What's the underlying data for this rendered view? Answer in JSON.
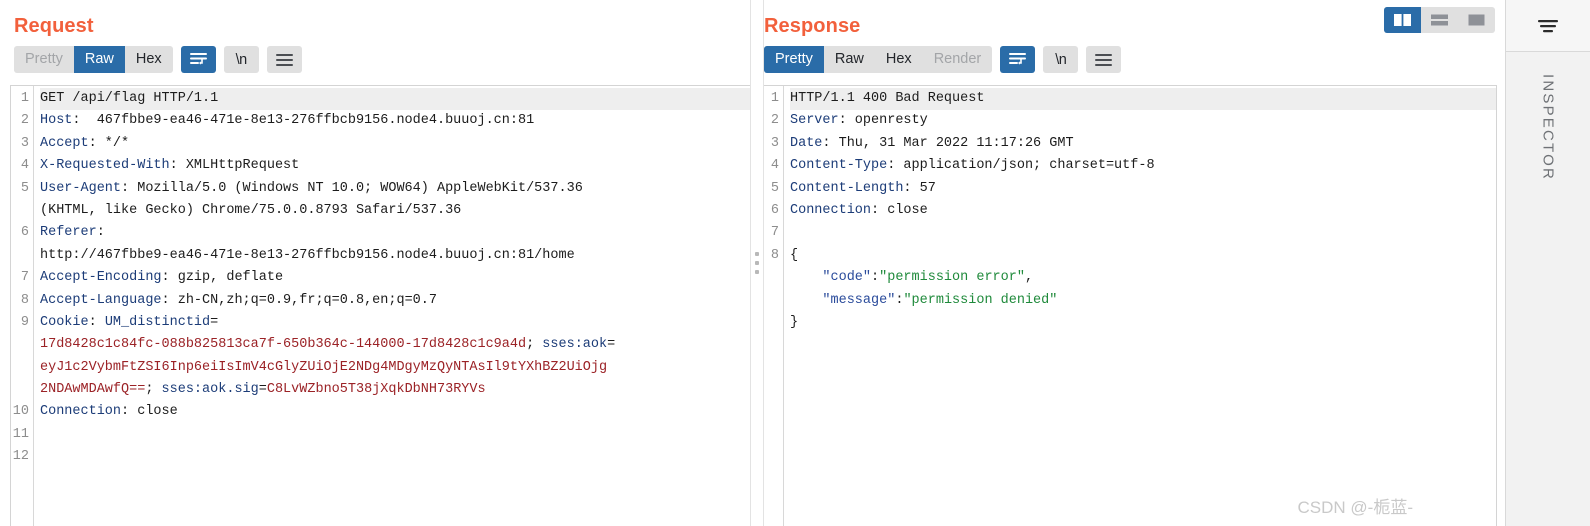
{
  "layout_buttons": [
    {
      "name": "side-by-side",
      "label": "Side by side view",
      "active": true
    },
    {
      "name": "stacked",
      "label": "Stacked view",
      "active": false
    },
    {
      "name": "single",
      "label": "Single pane view",
      "active": false
    }
  ],
  "rail": {
    "filter_icon": "filter-icon",
    "label": "INSPECTOR"
  },
  "watermark": "CSDN @-栀蓝-",
  "request": {
    "title": "Request",
    "tabs": [
      {
        "label": "Pretty",
        "active": false,
        "disabled": true
      },
      {
        "label": "Raw",
        "active": true,
        "disabled": false
      },
      {
        "label": "Hex",
        "active": false,
        "disabled": false
      }
    ],
    "buttons": [
      {
        "name": "word-wrap-button",
        "label": "",
        "active": true
      },
      {
        "name": "newline-button",
        "label": "\\n",
        "active": false
      },
      {
        "name": "menu-button",
        "label": "",
        "active": false
      }
    ],
    "line_numbers": [
      "1",
      "2",
      "3",
      "4",
      "5",
      "",
      "6",
      "",
      "7",
      "8",
      "9",
      "",
      "",
      "",
      "10",
      "11",
      "12"
    ],
    "lines": [
      {
        "first": true,
        "segments": [
          {
            "t": "GET /api/flag HTTP/1.1",
            "c": "k-txt"
          }
        ]
      },
      {
        "segments": [
          {
            "t": "Host",
            "c": "k-hdr"
          },
          {
            "t": ":  467fbbe9-ea46-471e-8e13-276ffbcb9156.node4.buuoj.cn:81",
            "c": "k-txt"
          }
        ]
      },
      {
        "segments": [
          {
            "t": "Accept",
            "c": "k-hdr"
          },
          {
            "t": ": */*",
            "c": "k-txt"
          }
        ]
      },
      {
        "segments": [
          {
            "t": "X-Requested-With",
            "c": "k-hdr"
          },
          {
            "t": ": XMLHttpRequest",
            "c": "k-txt"
          }
        ]
      },
      {
        "segments": [
          {
            "t": "User-Agent",
            "c": "k-hdr"
          },
          {
            "t": ": Mozilla/5.0 (Windows NT 10.0; WOW64) AppleWebKit/537.36",
            "c": "k-txt"
          }
        ]
      },
      {
        "segments": [
          {
            "t": "(KHTML, like Gecko) Chrome/75.0.0.8793 Safari/537.36",
            "c": "k-txt"
          }
        ]
      },
      {
        "segments": [
          {
            "t": "Referer",
            "c": "k-hdr"
          },
          {
            "t": ":",
            "c": "k-txt"
          }
        ]
      },
      {
        "segments": [
          {
            "t": "http://467fbbe9-ea46-471e-8e13-276ffbcb9156.node4.buuoj.cn:81/home",
            "c": "k-txt"
          }
        ]
      },
      {
        "segments": [
          {
            "t": "Accept-Encoding",
            "c": "k-hdr"
          },
          {
            "t": ": gzip, deflate",
            "c": "k-txt"
          }
        ]
      },
      {
        "segments": [
          {
            "t": "Accept-Language",
            "c": "k-hdr"
          },
          {
            "t": ": zh-CN,zh;q=0.9,fr;q=0.8,en;q=0.7",
            "c": "k-txt"
          }
        ]
      },
      {
        "segments": [
          {
            "t": "Cookie",
            "c": "k-hdr"
          },
          {
            "t": ": ",
            "c": "k-txt"
          },
          {
            "t": "UM_distinctid",
            "c": "k-ck"
          },
          {
            "t": "=",
            "c": "k-txt"
          }
        ]
      },
      {
        "segments": [
          {
            "t": "17d8428c1c84fc-088b825813ca7f-650b364c-144000-17d8428c1c9a4d",
            "c": "k-val"
          },
          {
            "t": "; ",
            "c": "k-txt"
          },
          {
            "t": "sses:aok",
            "c": "k-ck"
          },
          {
            "t": "=",
            "c": "k-txt"
          }
        ]
      },
      {
        "segments": [
          {
            "t": "eyJ1c2VybmFtZSI6Inp6eiIsImV4cGlyZUiOjE2NDg4MDgyMzQyNTAsIl9tYXhBZ2UiOjg",
            "c": "k-val"
          }
        ]
      },
      {
        "segments": [
          {
            "t": "2NDAwMDAwfQ==",
            "c": "k-val"
          },
          {
            "t": "; ",
            "c": "k-txt"
          },
          {
            "t": "sses:aok.sig",
            "c": "k-ck"
          },
          {
            "t": "=",
            "c": "k-txt"
          },
          {
            "t": "C8LvWZbno5T38jXqkDbNH73RYVs",
            "c": "k-val"
          }
        ]
      },
      {
        "segments": [
          {
            "t": "Connection",
            "c": "k-hdr"
          },
          {
            "t": ": close",
            "c": "k-txt"
          }
        ]
      },
      {
        "segments": []
      },
      {
        "segments": []
      }
    ]
  },
  "response": {
    "title": "Response",
    "tabs": [
      {
        "label": "Pretty",
        "active": true,
        "disabled": false
      },
      {
        "label": "Raw",
        "active": false,
        "disabled": false
      },
      {
        "label": "Hex",
        "active": false,
        "disabled": false
      },
      {
        "label": "Render",
        "active": false,
        "disabled": true
      }
    ],
    "buttons": [
      {
        "name": "word-wrap-button",
        "label": "",
        "active": true
      },
      {
        "name": "newline-button",
        "label": "\\n",
        "active": false
      },
      {
        "name": "menu-button",
        "label": "",
        "active": false
      }
    ],
    "line_numbers": [
      "1",
      "2",
      "3",
      "4",
      "5",
      "6",
      "7",
      "8",
      "",
      "",
      "",
      ""
    ],
    "lines": [
      {
        "first": true,
        "segments": [
          {
            "t": "HTTP/1.1 400 Bad Request",
            "c": "k-txt"
          }
        ]
      },
      {
        "segments": [
          {
            "t": "Server",
            "c": "k-hdr"
          },
          {
            "t": ": openresty",
            "c": "k-txt"
          }
        ]
      },
      {
        "segments": [
          {
            "t": "Date",
            "c": "k-hdr"
          },
          {
            "t": ": Thu, 31 Mar 2022 11:17:26 GMT",
            "c": "k-txt"
          }
        ]
      },
      {
        "segments": [
          {
            "t": "Content-Type",
            "c": "k-hdr"
          },
          {
            "t": ": application/json; charset=utf-8",
            "c": "k-txt"
          }
        ]
      },
      {
        "segments": [
          {
            "t": "Content-Length",
            "c": "k-hdr"
          },
          {
            "t": ": 57",
            "c": "k-txt"
          }
        ]
      },
      {
        "segments": [
          {
            "t": "Connection",
            "c": "k-hdr"
          },
          {
            "t": ": close",
            "c": "k-txt"
          }
        ]
      },
      {
        "segments": []
      },
      {
        "segments": [
          {
            "t": "{",
            "c": "k-punc"
          }
        ]
      },
      {
        "segments": [
          {
            "t": "    ",
            "c": "k-txt"
          },
          {
            "t": "\"code\"",
            "c": "k-jkey"
          },
          {
            "t": ":",
            "c": "k-punc"
          },
          {
            "t": "\"permission error\"",
            "c": "k-jstr"
          },
          {
            "t": ",",
            "c": "k-punc"
          }
        ]
      },
      {
        "segments": [
          {
            "t": "    ",
            "c": "k-txt"
          },
          {
            "t": "\"message\"",
            "c": "k-jkey"
          },
          {
            "t": ":",
            "c": "k-punc"
          },
          {
            "t": "\"permission denied\"",
            "c": "k-jstr"
          }
        ]
      },
      {
        "segments": [
          {
            "t": "}",
            "c": "k-punc"
          }
        ]
      },
      {
        "segments": []
      }
    ]
  }
}
